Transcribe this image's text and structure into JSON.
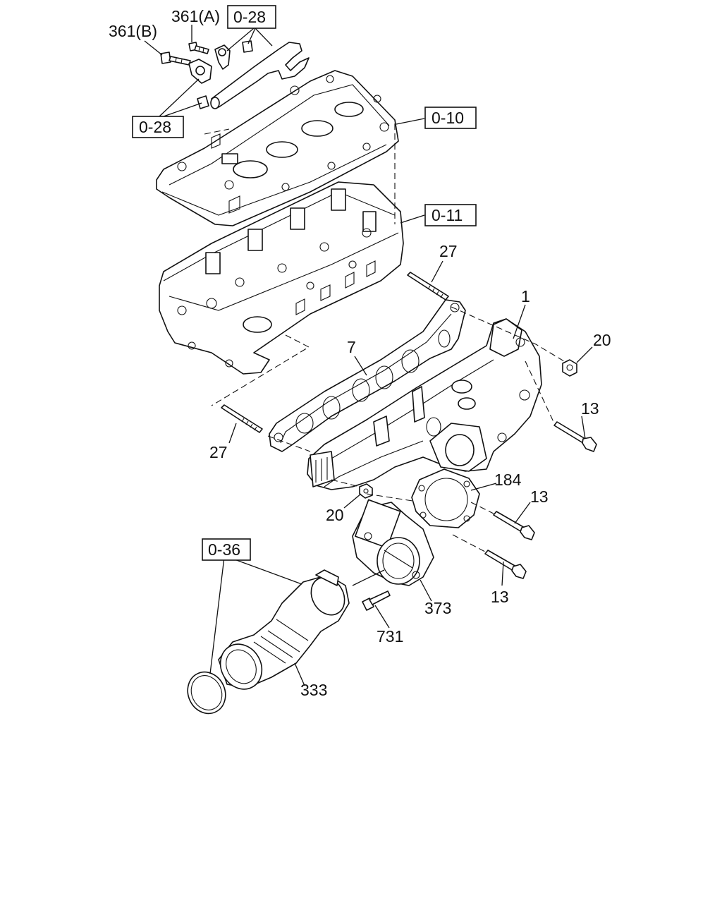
{
  "diagram": {
    "callouts": [
      {
        "id": "361a",
        "text": "361(A)"
      },
      {
        "id": "361b",
        "text": "361(B)"
      },
      {
        "id": "ref-0-28-top",
        "text": "0-28",
        "boxed": true
      },
      {
        "id": "ref-0-28-left",
        "text": "0-28",
        "boxed": true
      },
      {
        "id": "ref-0-10",
        "text": "0-10",
        "boxed": true
      },
      {
        "id": "ref-0-11",
        "text": "0-11",
        "boxed": true
      },
      {
        "id": "ref-0-36",
        "text": "0-36",
        "boxed": true
      },
      {
        "id": "p27-top",
        "text": "27"
      },
      {
        "id": "p1",
        "text": "1"
      },
      {
        "id": "p20-right",
        "text": "20"
      },
      {
        "id": "p7",
        "text": "7"
      },
      {
        "id": "p13-a",
        "text": "13"
      },
      {
        "id": "p27-left",
        "text": "27"
      },
      {
        "id": "p184",
        "text": "184"
      },
      {
        "id": "p13-b",
        "text": "13"
      },
      {
        "id": "p20-left",
        "text": "20"
      },
      {
        "id": "p13-c",
        "text": "13"
      },
      {
        "id": "p373",
        "text": "373"
      },
      {
        "id": "p731",
        "text": "731"
      },
      {
        "id": "p333",
        "text": "333"
      }
    ]
  }
}
